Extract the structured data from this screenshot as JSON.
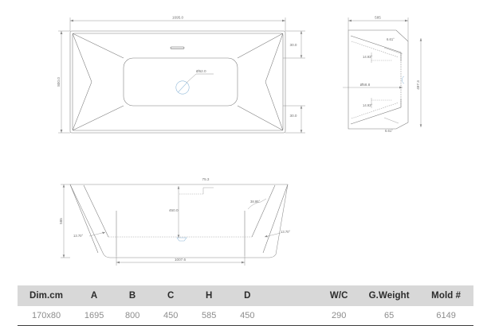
{
  "drawing": {
    "title": "bathtub-technical-drawing",
    "line_color": "#7a7a7a",
    "dim_color": "#6e6e6e",
    "accent_color": "#8fb8d8",
    "views": {
      "plan": {
        "name": "top-plan-view",
        "dimensions": {
          "overall_length": "1695.0",
          "overall_width": "800.0",
          "rim_offset_top": "30.0",
          "rim_offset_bottom": "30.0",
          "drain_diameter": "Ø52.0"
        }
      },
      "end": {
        "name": "end-elevation-view",
        "dimensions": {
          "overall_width": "585",
          "upper_angle": "6.61°",
          "upper_inner_angle": "14.93°",
          "lower_inner_angle": "14.93°",
          "lower_angle": "6.61°",
          "overflow_diameter": "Ø58.8",
          "inner_height": "497.3"
        }
      },
      "section": {
        "name": "front-section-view",
        "dimensions": {
          "overall_height": "585",
          "water_depth": "450.0",
          "overflow_offset": "75.3",
          "left_wall_angle": "13.70°",
          "right_wall_angle": "13.70°",
          "right_taper_angle": "38.95°",
          "base_width": "1007.6"
        }
      }
    }
  },
  "spec_table": {
    "name": "specification-table",
    "headers": [
      "Dim.cm",
      "A",
      "B",
      "C",
      "H",
      "D",
      "",
      "W/C",
      "G.Weight",
      "Mold #"
    ],
    "rows": [
      [
        "170x80",
        "1695",
        "800",
        "450",
        "585",
        "450",
        "",
        "290",
        "65",
        "6149"
      ]
    ]
  }
}
